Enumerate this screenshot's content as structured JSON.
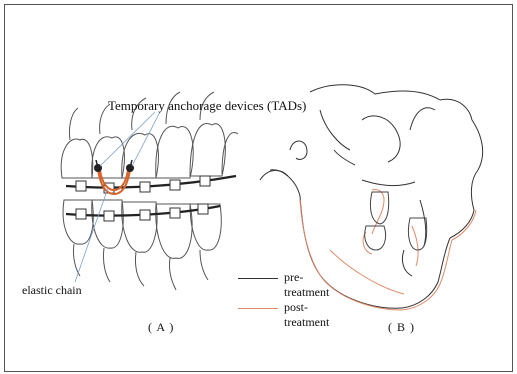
{
  "figure": {
    "title": "Temporary anchorage devices (TADs)",
    "elastic_label": "elastic chain",
    "panel_a": "( A )",
    "panel_b": "( B )"
  },
  "legend": {
    "pre": "pre-treatment",
    "post": "post-treatment",
    "pre_color": "#333333",
    "post_color": "#e28a6a"
  }
}
